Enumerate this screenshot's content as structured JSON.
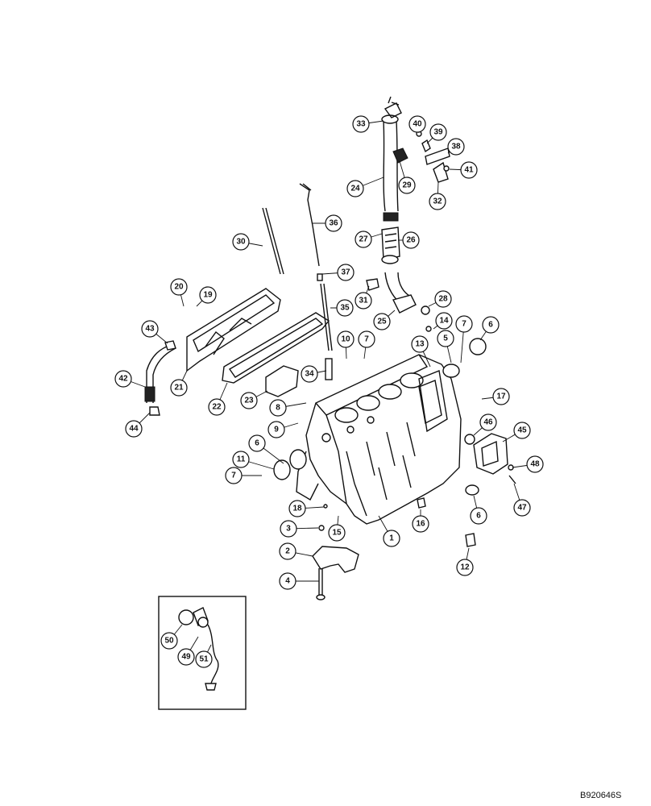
{
  "drawing_reference": "B920646S",
  "callouts": [
    {
      "label": "1"
    },
    {
      "label": "2"
    },
    {
      "label": "3"
    },
    {
      "label": "4"
    },
    {
      "label": "5"
    },
    {
      "label": "6"
    },
    {
      "label": "6"
    },
    {
      "label": "6"
    },
    {
      "label": "7"
    },
    {
      "label": "7"
    },
    {
      "label": "7"
    },
    {
      "label": "8"
    },
    {
      "label": "9"
    },
    {
      "label": "10"
    },
    {
      "label": "11"
    },
    {
      "label": "12"
    },
    {
      "label": "13"
    },
    {
      "label": "14"
    },
    {
      "label": "15"
    },
    {
      "label": "16"
    },
    {
      "label": "17"
    },
    {
      "label": "18"
    },
    {
      "label": "19"
    },
    {
      "label": "20"
    },
    {
      "label": "21"
    },
    {
      "label": "22"
    },
    {
      "label": "23"
    },
    {
      "label": "24"
    },
    {
      "label": "25"
    },
    {
      "label": "26"
    },
    {
      "label": "27"
    },
    {
      "label": "28"
    },
    {
      "label": "29"
    },
    {
      "label": "30"
    },
    {
      "label": "31"
    },
    {
      "label": "32"
    },
    {
      "label": "33"
    },
    {
      "label": "34"
    },
    {
      "label": "35"
    },
    {
      "label": "36"
    },
    {
      "label": "37"
    },
    {
      "label": "38"
    },
    {
      "label": "39"
    },
    {
      "label": "40"
    },
    {
      "label": "41"
    },
    {
      "label": "42"
    },
    {
      "label": "43"
    },
    {
      "label": "44"
    },
    {
      "label": "45"
    },
    {
      "label": "46"
    },
    {
      "label": "47"
    },
    {
      "label": "48"
    },
    {
      "label": "49"
    },
    {
      "label": "50"
    },
    {
      "label": "51"
    }
  ]
}
